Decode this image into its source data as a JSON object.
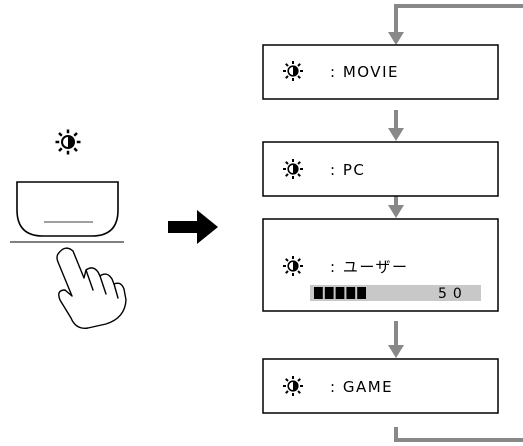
{
  "picture_modes": [
    {
      "label": ": MOVIE"
    },
    {
      "label": ": PC"
    },
    {
      "label": ": ユーザー",
      "level": {
        "value": "50",
        "fill_fraction": 0.5
      }
    },
    {
      "label": ": GAME"
    }
  ],
  "icons": {
    "mode_icon": "brightness-contrast-icon",
    "press_gesture": "hand-pointer-icon",
    "next_arrow": "right-arrow-icon"
  },
  "colors": {
    "flow_arrow": "#888888",
    "box_border": "#000000",
    "level_bar_bg": "#c8c8c8",
    "level_bar_fill": "#000000"
  }
}
